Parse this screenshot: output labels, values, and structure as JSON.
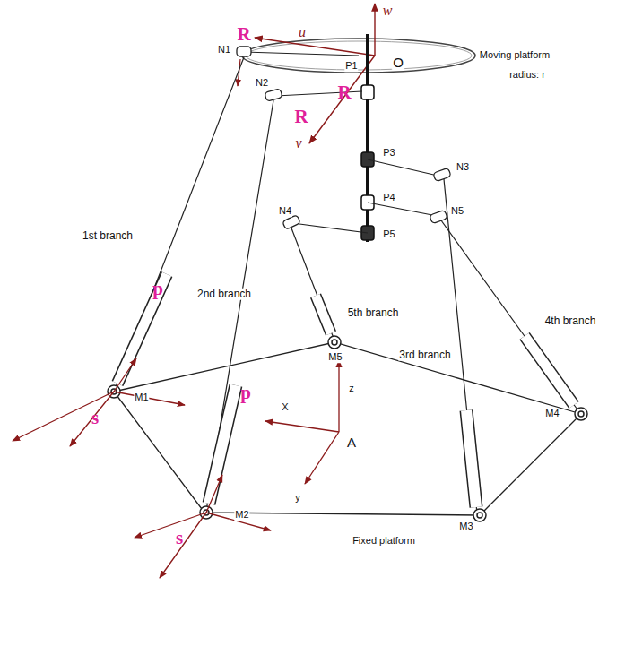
{
  "diagram": {
    "labels": [
      "w",
      "R",
      "u",
      "N1",
      "P1",
      "O",
      "Moving platform",
      "radius: r",
      "N2",
      "R",
      "R",
      "v",
      "P3",
      "N3",
      "P4",
      "N5",
      "N4",
      "P5",
      "1st branch",
      "p",
      "2nd branch",
      "5th branch",
      "4th branch",
      "M5",
      "3rd branch",
      "z",
      "X",
      "p",
      "s",
      "M1",
      "M4",
      "A",
      "y",
      "M2",
      "M3",
      "s",
      "Fixed platform"
    ]
  }
}
